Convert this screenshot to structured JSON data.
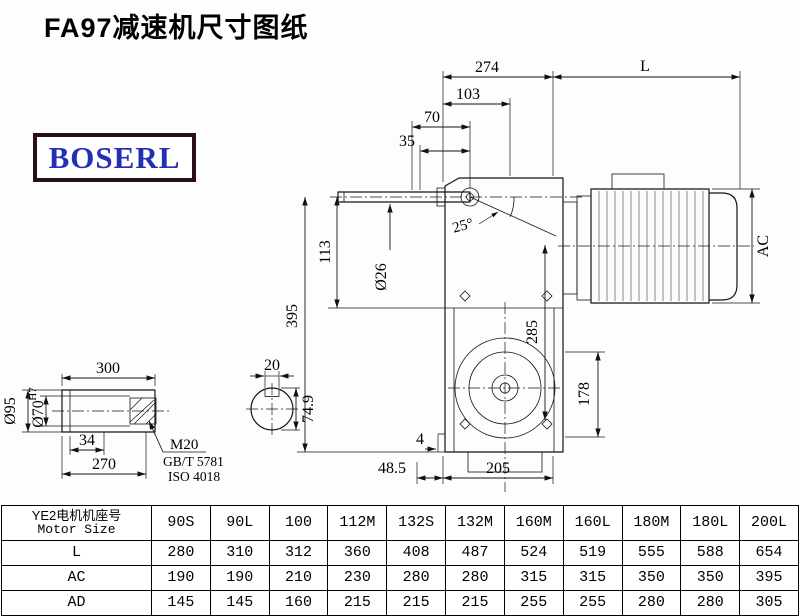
{
  "page": {
    "title": "FA97减速机尺寸图纸",
    "logo_text": "BOSERL"
  },
  "drawing": {
    "dim_274": "274",
    "dim_L": "L",
    "dim_103": "103",
    "dim_70": "70",
    "dim_35": "35",
    "angle_25": "25°",
    "dia_26": "Ø26",
    "dim_113": "113",
    "dim_395": "395",
    "dim_285": "285",
    "dim_AC": "AC",
    "dim_178": "178",
    "dim_4": "4",
    "dim_48_5": "48.5",
    "dim_205": "205"
  },
  "shaft_detail": {
    "dim_300": "300",
    "dia_95": "Ø95",
    "dia_70": "Ø70",
    "dia_70_tol": "H7",
    "dim_34": "34",
    "dim_270": "270",
    "note_m20": "M20",
    "note_gb": "GB/T 5781",
    "note_iso": "ISO 4018"
  },
  "section_detail": {
    "dim_20": "20",
    "dim_74_9": "74.9"
  },
  "table": {
    "header_cn": "YE2电机机座号",
    "header_en": "Motor Size",
    "columns": [
      "90S",
      "90L",
      "100",
      "112M",
      "132S",
      "132M",
      "160M",
      "160L",
      "180M",
      "180L",
      "200L"
    ],
    "rows": [
      {
        "label": "L",
        "values": [
          "280",
          "310",
          "312",
          "360",
          "408",
          "487",
          "524",
          "519",
          "555",
          "588",
          "654"
        ]
      },
      {
        "label": "AC",
        "values": [
          "190",
          "190",
          "210",
          "230",
          "280",
          "280",
          "315",
          "315",
          "350",
          "350",
          "395"
        ]
      },
      {
        "label": "AD",
        "values": [
          "145",
          "145",
          "160",
          "215",
          "215",
          "215",
          "255",
          "255",
          "280",
          "280",
          "305"
        ]
      }
    ]
  }
}
